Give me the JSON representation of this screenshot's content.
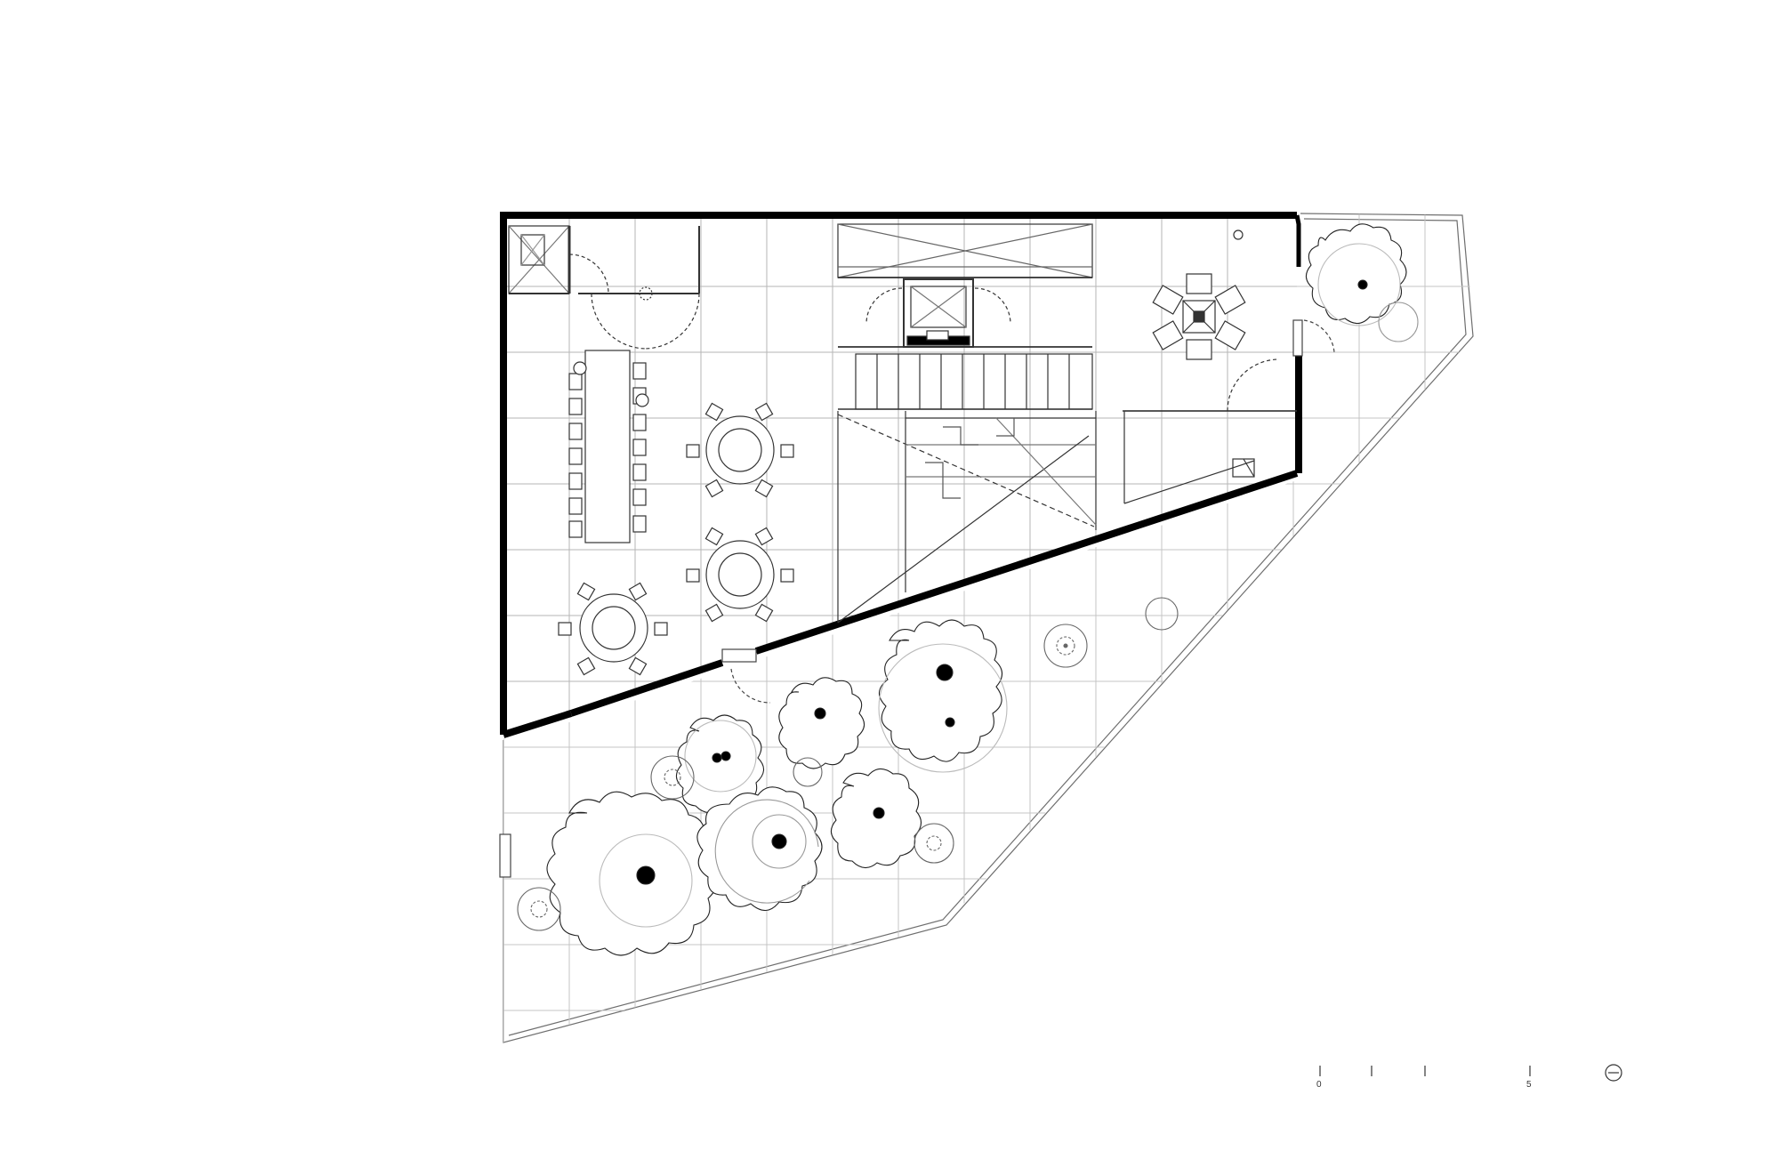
{
  "drawing": {
    "kind": "architectural floor plan",
    "line_color": "#222222",
    "wall_color": "#000000",
    "grid_color": "#bdbdbd",
    "tree_fill": "#ffffff"
  },
  "scale_bar": {
    "start_label": "0",
    "end_label": "5"
  },
  "north_arrow": {
    "icon": "north-arrow-icon"
  }
}
